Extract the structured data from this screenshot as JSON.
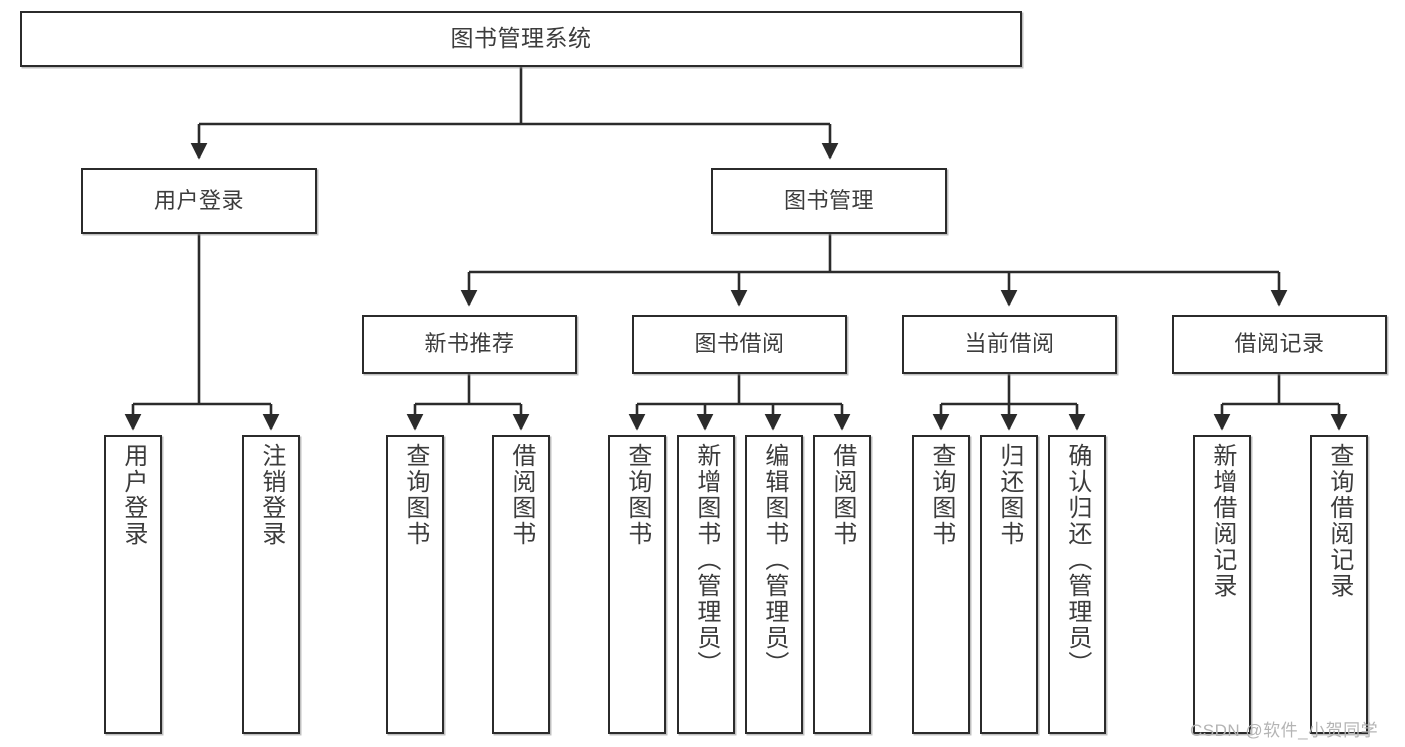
{
  "diagram": {
    "title": "图书管理系统",
    "type": "hierarchy-tree",
    "orientation": "top-down",
    "colors": {
      "box_border": "#2b2b2b",
      "box_fill": "#ffffff",
      "text": "#3c3c3c",
      "connector": "#2b2b2b",
      "watermark": "#b4b4b4"
    }
  },
  "nodes": {
    "root": {
      "label": "图书管理系统",
      "level": 1
    },
    "level2": [
      {
        "id": "user-login",
        "label": "用户登录"
      },
      {
        "id": "book-manage",
        "label": "图书管理"
      }
    ],
    "level3": [
      {
        "id": "new-book-recommend",
        "label": "新书推荐"
      },
      {
        "id": "book-borrow",
        "label": "图书借阅"
      },
      {
        "id": "current-borrow",
        "label": "当前借阅"
      },
      {
        "id": "borrow-record",
        "label": "借阅记录"
      }
    ],
    "leaves": {
      "user-login": [
        {
          "id": "leaf-user-login",
          "label": "用户登录"
        },
        {
          "id": "leaf-logout-login",
          "label": "注销登录"
        }
      ],
      "new-book-recommend": [
        {
          "id": "leaf-query-book-1",
          "label": "查询图书"
        },
        {
          "id": "leaf-borrow-book-1",
          "label": "借阅图书"
        }
      ],
      "book-borrow": [
        {
          "id": "leaf-query-book-2",
          "label": "查询图书"
        },
        {
          "id": "leaf-add-book",
          "label": "新增图书（管理员）"
        },
        {
          "id": "leaf-edit-book",
          "label": "编辑图书（管理员）"
        },
        {
          "id": "leaf-borrow-book-2",
          "label": "借阅图书"
        }
      ],
      "current-borrow": [
        {
          "id": "leaf-query-book-3",
          "label": "查询图书"
        },
        {
          "id": "leaf-return-book",
          "label": "归还图书"
        },
        {
          "id": "leaf-confirm-return",
          "label": "确认归还（管理员）"
        }
      ],
      "borrow-record": [
        {
          "id": "leaf-add-record",
          "label": "新增借阅记录"
        },
        {
          "id": "leaf-query-record",
          "label": "查询借阅记录"
        }
      ]
    }
  },
  "watermark": {
    "text": "CSDN @软件_小贺同学"
  }
}
